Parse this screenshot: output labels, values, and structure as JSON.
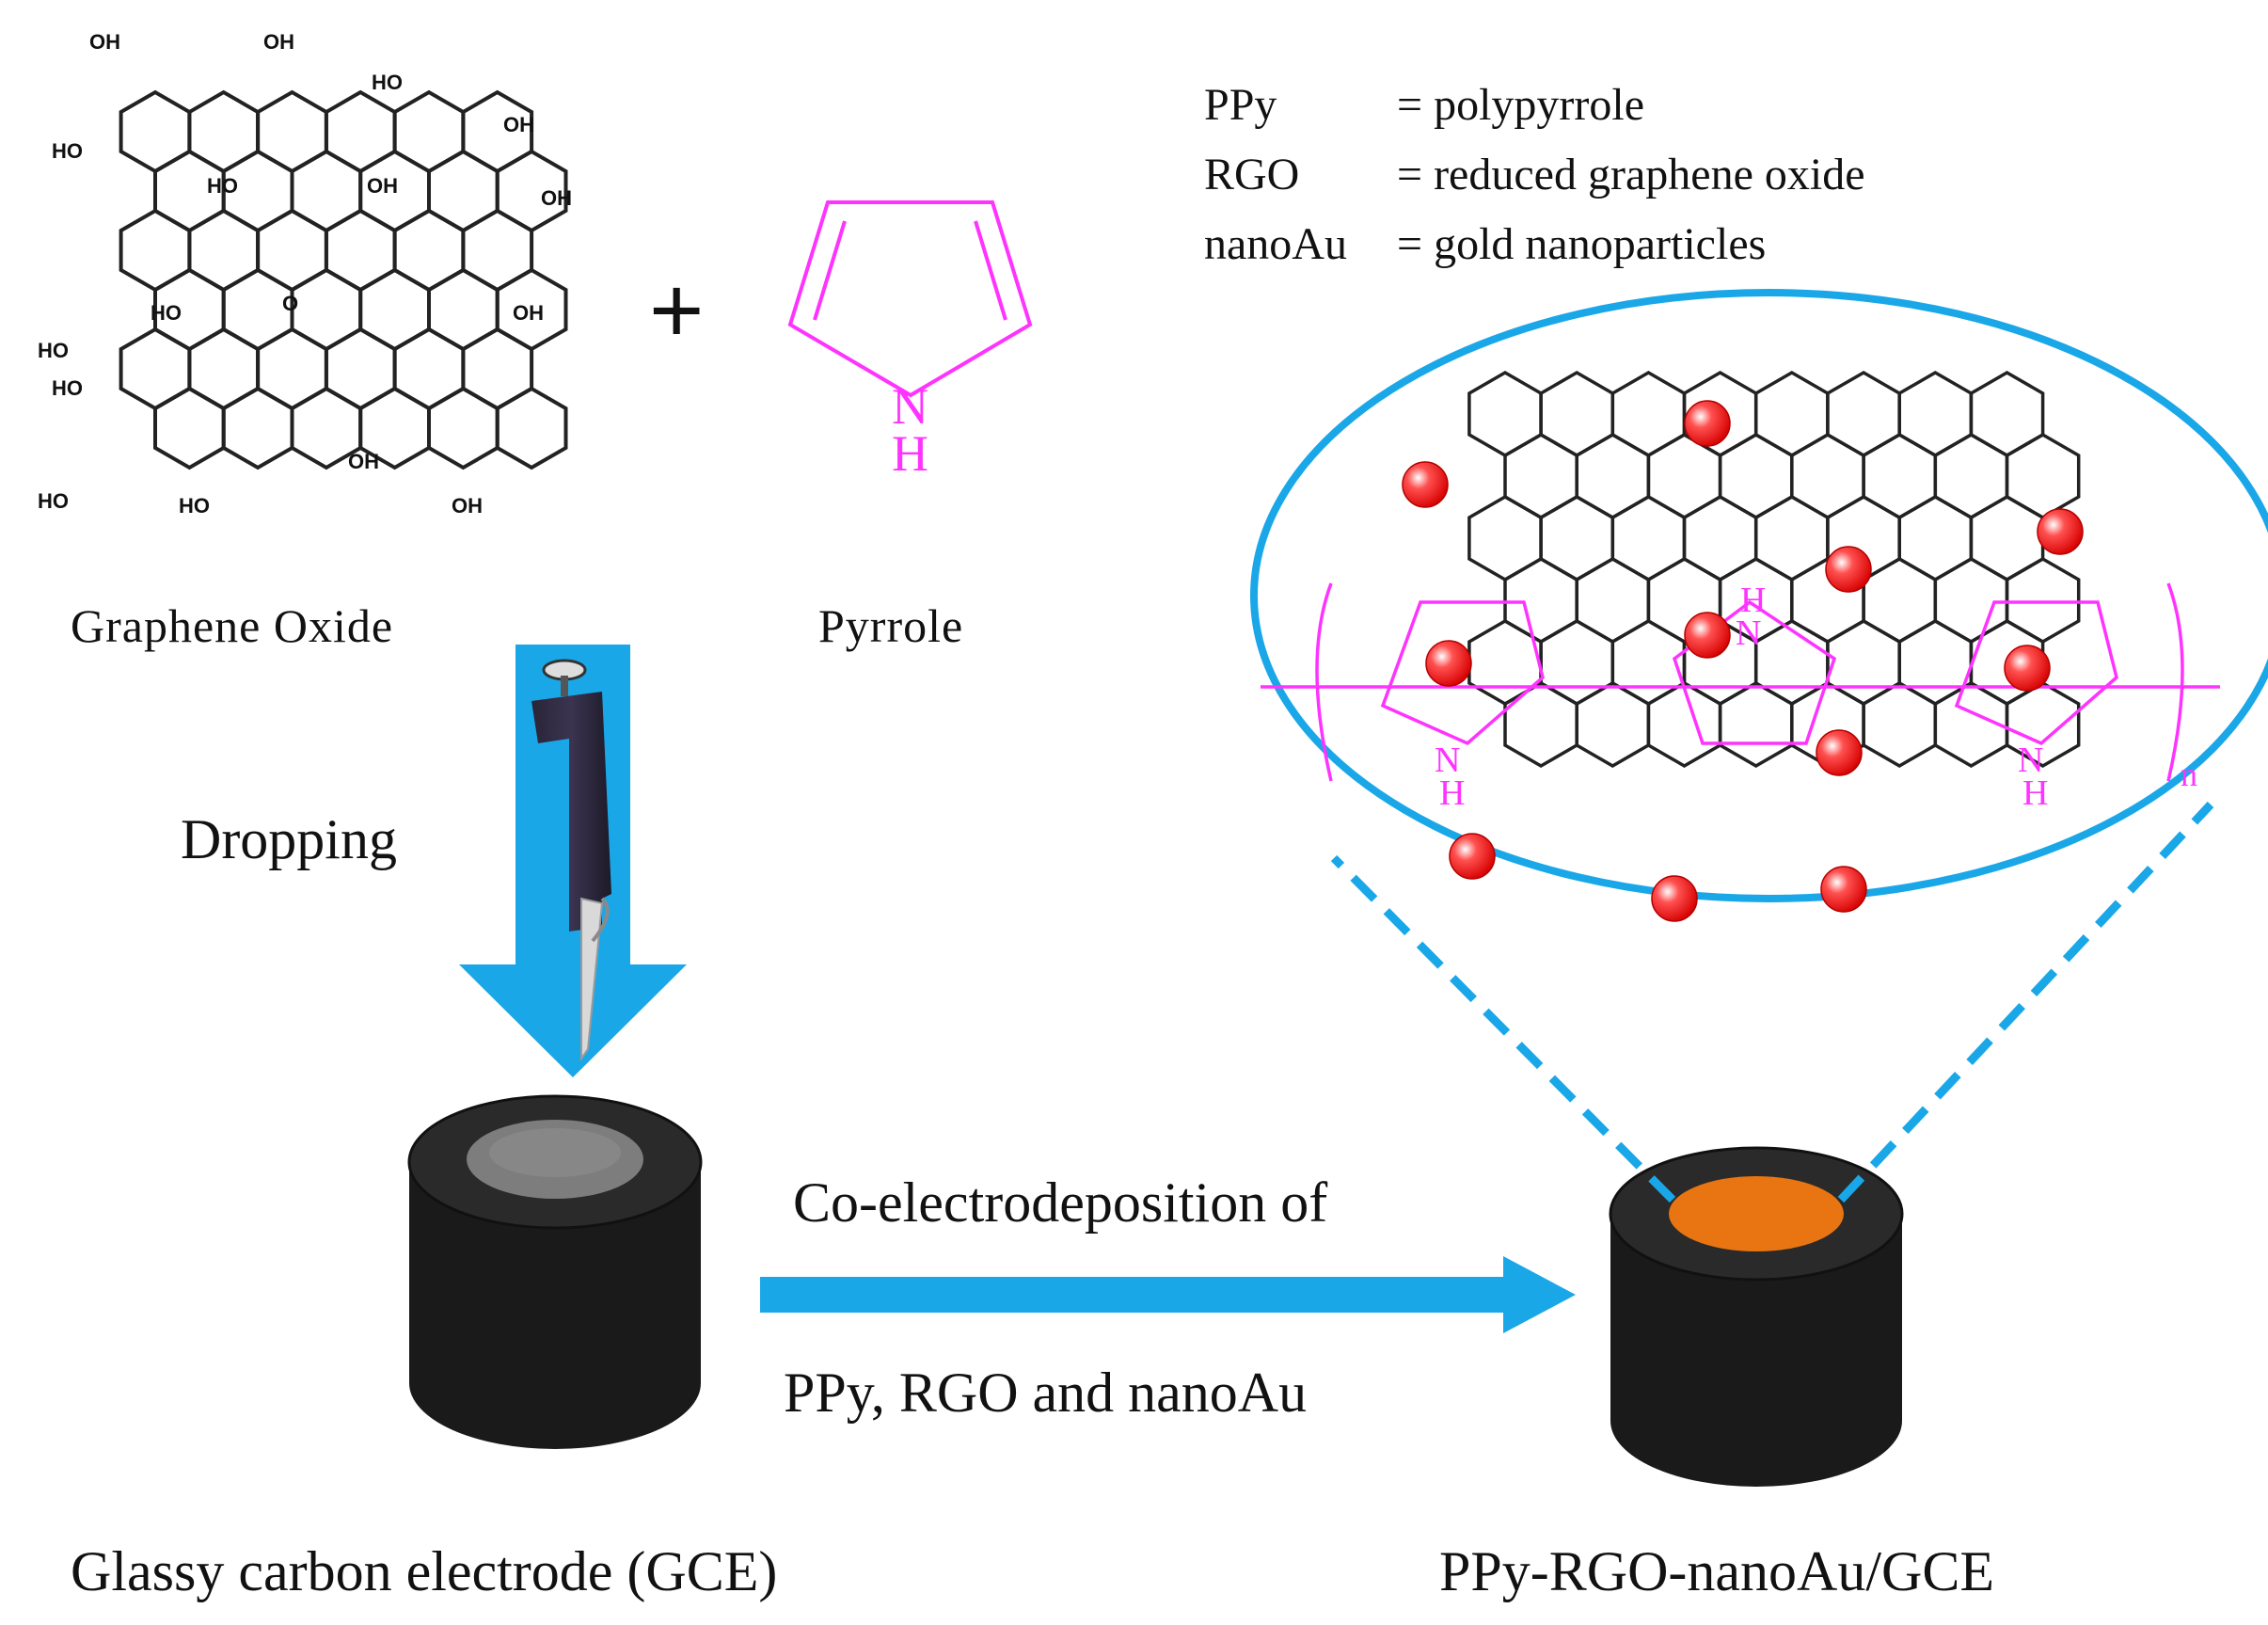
{
  "legend": [
    {
      "abbr": "PPy",
      "def": "= polypyrrole"
    },
    {
      "abbr": "RGO",
      "def": "= reduced graphene  oxide"
    },
    {
      "abbr": "nanoAu",
      "def": "= gold nanoparticles"
    }
  ],
  "labels": {
    "graphene_oxide": "Graphene  Oxide",
    "plus": "+",
    "pyrrole": "Pyrrole",
    "dropping": "Dropping",
    "gce": "Glassy carbon electrode (GCE)",
    "process_top": "Co-electrodeposition of",
    "process_bottom": "PPy, RGO and nanoAu",
    "product": "PPy-RGO-nanoAu/GCE",
    "pyrrole_N": "N",
    "pyrrole_H": "H",
    "poly_n": "n"
  },
  "go_groups": [
    "OH",
    "OH",
    "HO",
    "OH",
    "HO",
    "OH",
    "HO",
    "OH",
    "HO",
    "O",
    "OH",
    "HO",
    "HO",
    "OH",
    "HO",
    "OH",
    "HO"
  ],
  "colors": {
    "arrow_blue": "#1aa7e8",
    "magenta": "#ff33ff",
    "gold_np": "#ff3b3b",
    "electrode": "#1a1a1a",
    "gce_surface": "#7d7d7d",
    "modified_surface": "#e87511"
  }
}
